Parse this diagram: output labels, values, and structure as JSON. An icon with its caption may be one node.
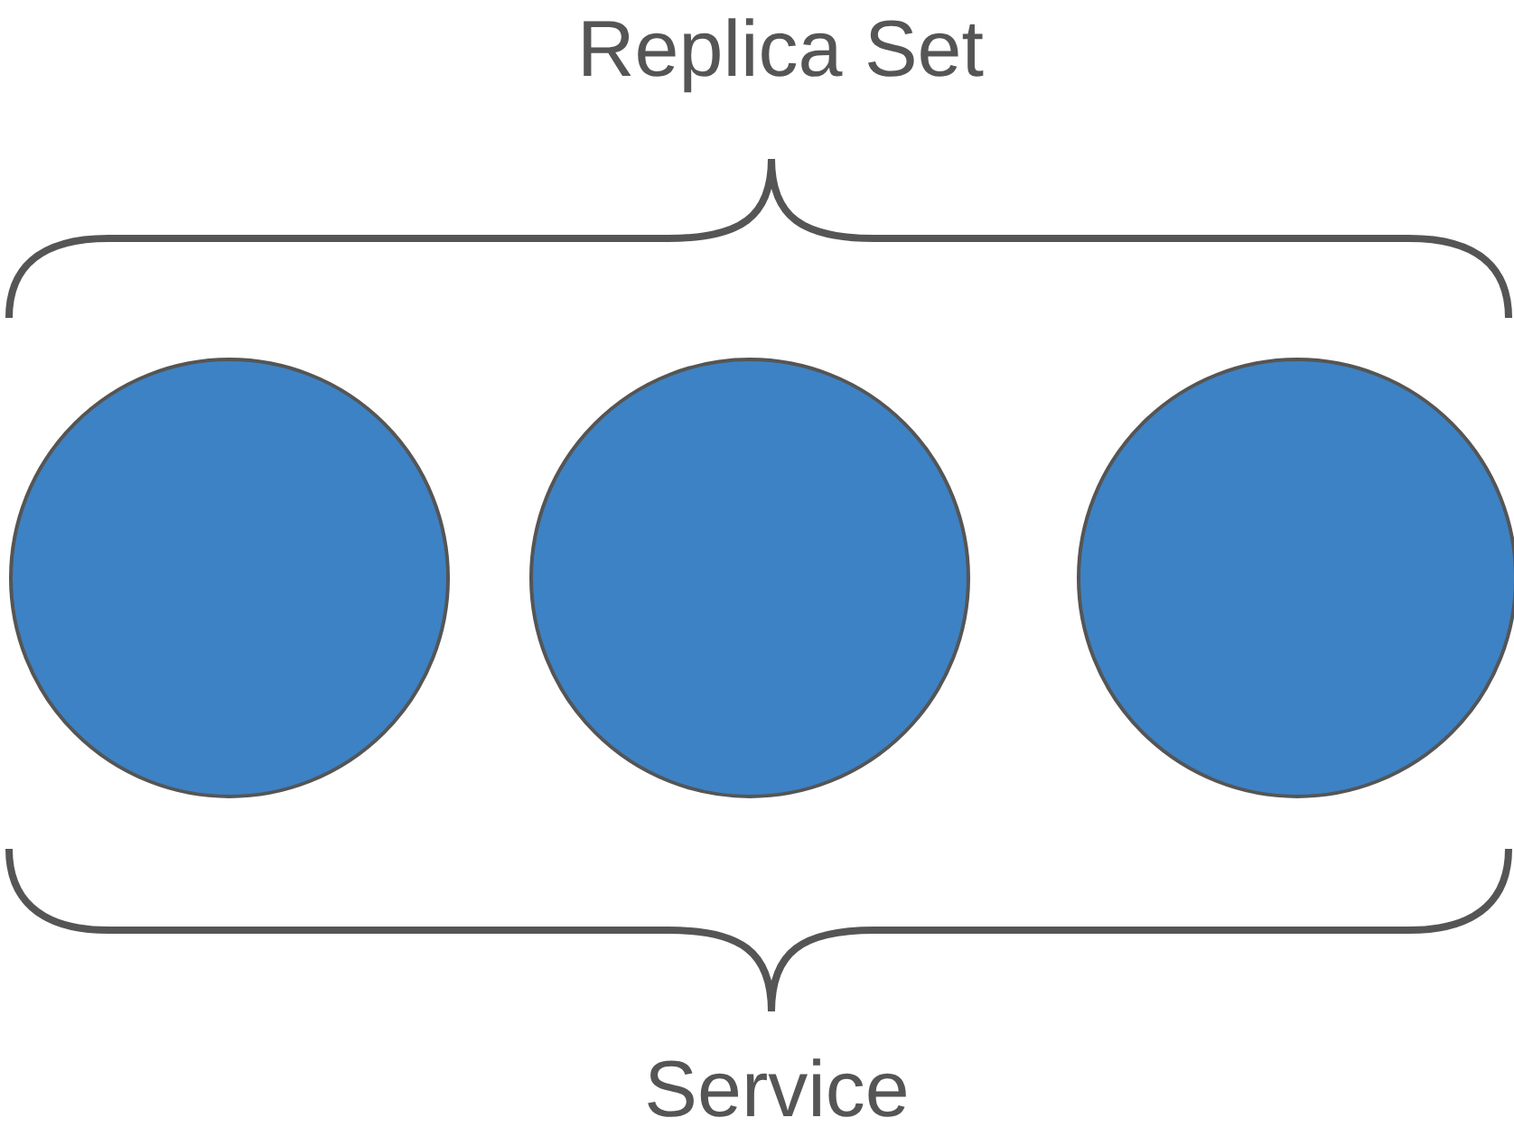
{
  "diagram": {
    "nodes": [
      {
        "text": [],
        "shape": "circle"
      },
      {
        "text": [],
        "shape": "circle"
      },
      {
        "text": [],
        "shape": "circle"
      }
    ],
    "labels": [
      "Replica Set",
      "Service"
    ]
  }
}
